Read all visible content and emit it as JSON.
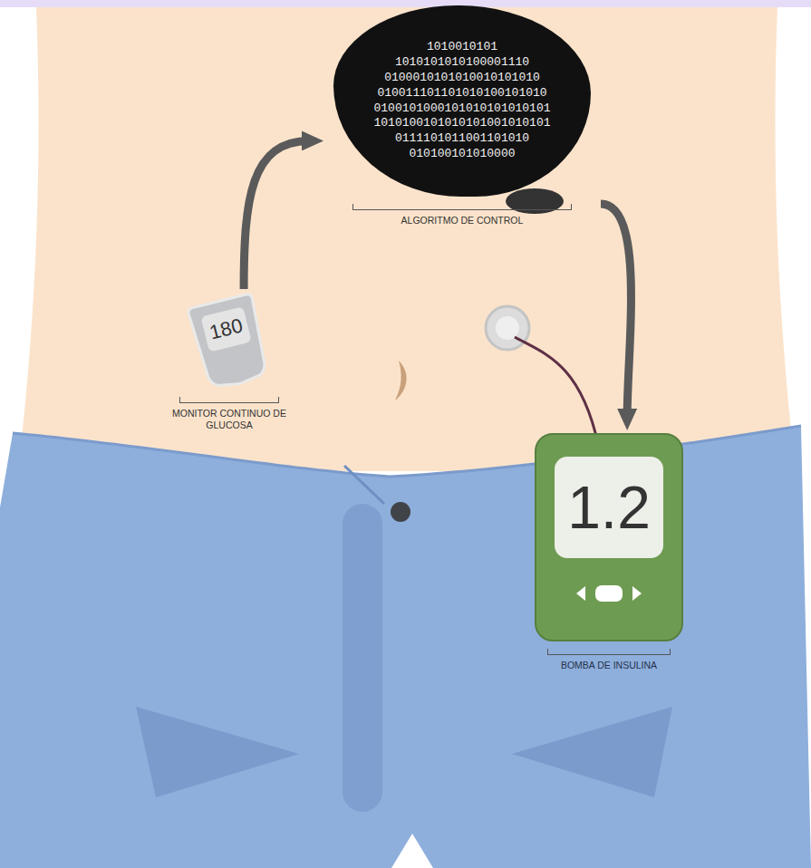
{
  "diagram": {
    "nodes": [
      {
        "text": [
          "1010010101 1010101010100001110 0100010101010010101010 010011101101010100101010 0100101000101010101010101 1010100101010101001010101 0111101011001101010 010100101010000",
          "ALGORITMO DE CONTROL"
        ]
      },
      {
        "text": [
          "180",
          "MONITOR CONTINUO DE GLUCOSA"
        ]
      },
      {
        "text": [
          "1.2",
          "BOMBA DE INSULINA"
        ]
      }
    ],
    "edges": [
      {
        "from": 1,
        "to": 0,
        "arrow": "to"
      },
      {
        "from": 0,
        "to": 2,
        "arrow": "to"
      }
    ]
  }
}
